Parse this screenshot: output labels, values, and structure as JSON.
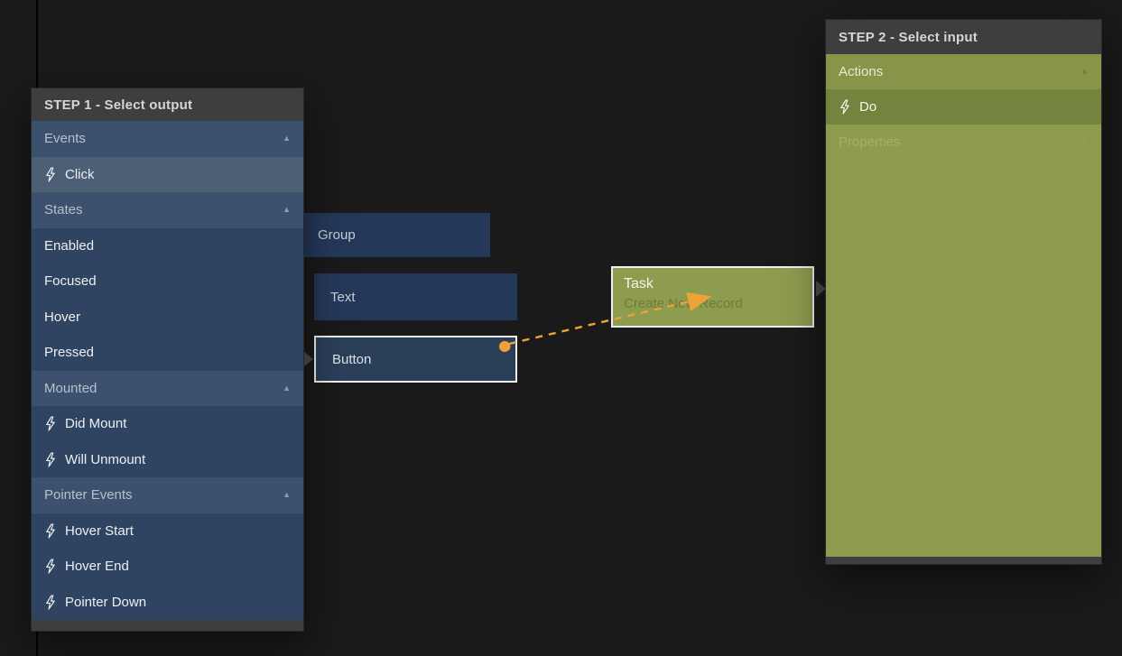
{
  "colors": {
    "background": "#1a1a1a",
    "panel_header_gray": "#3e3e41",
    "panel_blue": "#2f4460",
    "panel_blue_section": "#3b516d",
    "panel_blue_selected": "#4d5f75",
    "olive": "#8e9c50",
    "olive_selected": "#74833e",
    "node_blue": "#24395a",
    "accent_orange": "#eca338",
    "selection_border": "#f2f2f2"
  },
  "step1": {
    "title": "STEP 1 - Select output",
    "rows": [
      {
        "label": "Events",
        "kind": "section",
        "icon": "chevron-up-icon"
      },
      {
        "label": "Click",
        "kind": "item",
        "icon": "bolt-icon",
        "selected": true
      },
      {
        "label": "States",
        "kind": "section",
        "icon": "chevron-up-icon"
      },
      {
        "label": "Enabled",
        "kind": "item"
      },
      {
        "label": "Focused",
        "kind": "item"
      },
      {
        "label": "Hover",
        "kind": "item"
      },
      {
        "label": "Pressed",
        "kind": "item"
      },
      {
        "label": "Mounted",
        "kind": "section",
        "icon": "chevron-up-icon"
      },
      {
        "label": "Did Mount",
        "kind": "item",
        "icon": "bolt-icon"
      },
      {
        "label": "Will Unmount",
        "kind": "item",
        "icon": "bolt-icon"
      },
      {
        "label": "Pointer Events",
        "kind": "section",
        "icon": "chevron-up-icon"
      },
      {
        "label": "Hover Start",
        "kind": "item",
        "icon": "bolt-icon"
      },
      {
        "label": "Hover End",
        "kind": "item",
        "icon": "bolt-icon"
      },
      {
        "label": "Pointer Down",
        "kind": "item",
        "icon": "bolt-icon"
      }
    ]
  },
  "step2": {
    "title": "STEP 2 - Select input",
    "rows": [
      {
        "label": "Actions",
        "kind": "section",
        "icon": "chevron-up-icon"
      },
      {
        "label": "Do",
        "kind": "item",
        "icon": "bolt-icon",
        "selected": true
      },
      {
        "label": "Properties",
        "kind": "section",
        "icon": "chevron-down-icon",
        "muted": true
      }
    ]
  },
  "nodes": {
    "group": {
      "label": "Group"
    },
    "text": {
      "label": "Text"
    },
    "button": {
      "label": "Button",
      "selected": true
    },
    "task": {
      "title": "Task",
      "subtitle": "Create New Record"
    }
  }
}
